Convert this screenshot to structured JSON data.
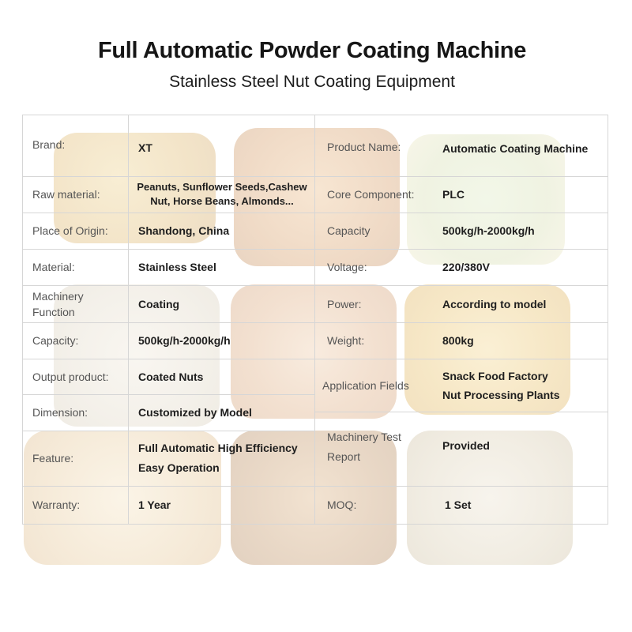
{
  "title": "Full Automatic Powder Coating Machine",
  "subtitle": "Stainless Steel Nut Coating Equipment",
  "left": {
    "brand": {
      "label": "Brand:",
      "value": "XT"
    },
    "raw_material": {
      "label": "Raw material:",
      "value": "Peanuts, Sunflower Seeds,Cashew Nut, Horse Beans, Almonds..."
    },
    "place_of_origin": {
      "label": "Place of Origin:",
      "value": "Shandong, China"
    },
    "material": {
      "label": "Material:",
      "value": "Stainless Steel"
    },
    "machinery_function": {
      "label": "Machinery Function",
      "value": "Coating"
    },
    "capacity": {
      "label": "Capacity:",
      "value": "500kg/h-2000kg/h"
    },
    "output_product": {
      "label": "Output product:",
      "value": "Coated Nuts"
    },
    "dimension": {
      "label": "Dimension:",
      "value": "Customized by Model"
    },
    "feature": {
      "label": "Feature:",
      "value_line1": "Full Automatic High Efficiency",
      "value_line2": "Easy Operation"
    },
    "warranty": {
      "label": "Warranty:",
      "value": "1 Year"
    }
  },
  "right": {
    "product_name": {
      "label": "Product Name:",
      "value": "Automatic Coating Machine"
    },
    "core_component": {
      "label": "Core Component:",
      "value": "PLC"
    },
    "capacity": {
      "label": "Capacity",
      "value": "500kg/h-2000kg/h"
    },
    "voltage": {
      "label": "Voltage:",
      "value": "220/380V"
    },
    "power": {
      "label": "Power:",
      "value": "According to model"
    },
    "weight": {
      "label": "Weight:",
      "value": "800kg"
    },
    "application_fields": {
      "label": "Application Fields",
      "value_line1": "Snack Food Factory",
      "value_line2": "Nut Processing Plants"
    },
    "machinery_test_report": {
      "label_line1": "Machinery Test",
      "label_line2": "Report",
      "value": "Provided"
    },
    "moq": {
      "label": "MOQ:",
      "value": "1 Set"
    }
  }
}
